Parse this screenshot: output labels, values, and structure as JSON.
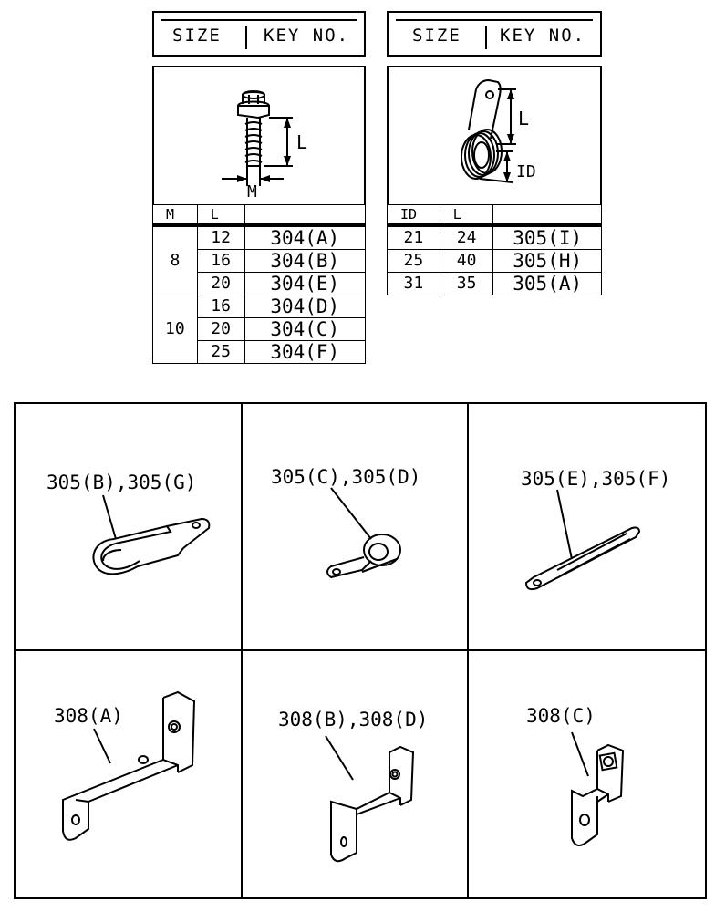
{
  "bolt_table": {
    "header": {
      "size": "SIZE",
      "key": "KEY NO."
    },
    "labels": {
      "length": "L",
      "diameter": "M"
    },
    "columns": [
      "M",
      "L",
      ""
    ],
    "rows": [
      {
        "m": "8",
        "l": "12",
        "key": "304(A)"
      },
      {
        "m": "",
        "l": "16",
        "key": "304(B)"
      },
      {
        "m": "",
        "l": "20",
        "key": "304(E)"
      },
      {
        "m": "10",
        "l": "16",
        "key": "304(D)"
      },
      {
        "m": "",
        "l": "20",
        "key": "304(C)"
      },
      {
        "m": "",
        "l": "25",
        "key": "304(F)"
      }
    ]
  },
  "clip_table": {
    "header": {
      "size": "SIZE",
      "key": "KEY NO."
    },
    "labels": {
      "length": "L",
      "diameter": "ID"
    },
    "columns": [
      "ID",
      "L",
      ""
    ],
    "rows": [
      {
        "id": "21",
        "l": "24",
        "key": "305(I)"
      },
      {
        "id": "25",
        "l": "40",
        "key": "305(H)"
      },
      {
        "id": "31",
        "l": "35",
        "key": "305(A)"
      }
    ]
  },
  "parts": [
    {
      "label": "305(B),305(G)"
    },
    {
      "label": "305(C),305(D)"
    },
    {
      "label": "305(E),305(F)"
    },
    {
      "label": "308(A)"
    },
    {
      "label": "308(B),308(D)"
    },
    {
      "label": "308(C)"
    }
  ]
}
